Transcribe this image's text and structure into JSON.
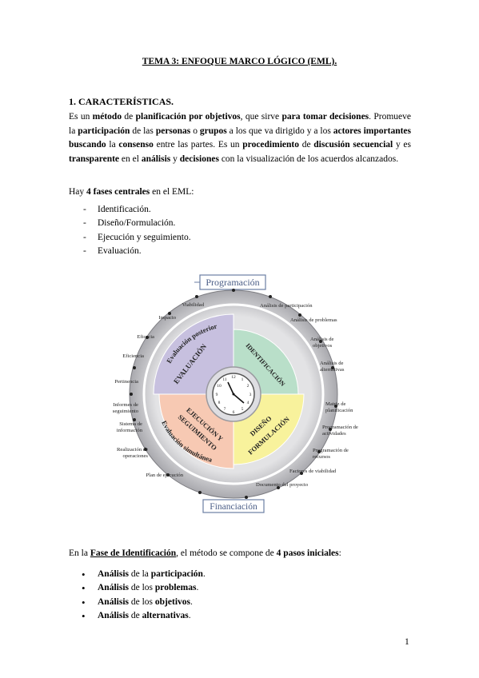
{
  "title": "TEMA 3: ENFOQUE MARCO LÓGICO (EML).",
  "section1": {
    "heading": "1. CARACTERÍSTICAS.",
    "paragraph": [
      {
        "t": "Es un "
      },
      {
        "b": "método"
      },
      {
        "t": " de "
      },
      {
        "b": "planificación por objetivos"
      },
      {
        "t": ", que sirve "
      },
      {
        "b": "para tomar decisiones"
      },
      {
        "t": ". Promueve la "
      },
      {
        "b": "participación"
      },
      {
        "t": " de las "
      },
      {
        "b": "personas"
      },
      {
        "t": " o "
      },
      {
        "b": "grupos"
      },
      {
        "t": " a los que va dirigido y a los "
      },
      {
        "b": "actores importantes buscando"
      },
      {
        "t": " la "
      },
      {
        "b": "consenso"
      },
      {
        "t": " entre las partes. Es un "
      },
      {
        "b": "procedimiento"
      },
      {
        "t": " de "
      },
      {
        "b": "discusión secuencial"
      },
      {
        "t": " y es "
      },
      {
        "b": "transparente"
      },
      {
        "t": " en el "
      },
      {
        "b": "análisis"
      },
      {
        "t": " y "
      },
      {
        "b": "decisiones"
      },
      {
        "t": " con la visualización de los acuerdos alcanzados."
      }
    ],
    "phases_intro": [
      {
        "t": "Hay "
      },
      {
        "b": "4 fases centrales"
      },
      {
        "t": " en el EML:"
      }
    ],
    "phases": [
      "Identificación.",
      "Diseño/Formulación.",
      "Ejecución y seguimiento.",
      "Evaluación."
    ]
  },
  "diagram": {
    "top_label": "Programación",
    "bottom_label": "Financiación",
    "quadrants": {
      "identificacion": "IDENTIFICACIÓN",
      "diseno_1": "DISEÑO",
      "diseno_2": "FORMULACIÓN",
      "ejecucion_1": "EJECUCIÓN Y",
      "ejecucion_2": "SEGUIMIENTO",
      "evaluacion": "EVALUACIÓN"
    },
    "ring_labels": {
      "posterior": "Evaluación posterior",
      "simultanea": "Evaluación simultánea"
    },
    "right_labels": [
      "Análisis de participación",
      "Análisis de problemas",
      "Análisis de",
      "objetivos",
      "Análisis de",
      "alternativas",
      "Matriz de",
      "planificación",
      "Programación de",
      "actividades",
      "Programación de",
      "recursos",
      "Factores de viabilidad",
      "Documento del proyecto"
    ],
    "left_labels": [
      "Viabilidad",
      "Impacto",
      "Eficacia",
      "Eficiencia",
      "Pertinencia",
      "Informes de",
      "seguimiento",
      "Sistema de",
      "información",
      "Realización de",
      "operaciones",
      "Plan de ejecución"
    ],
    "colors": {
      "identificacion": "#b9dfc9",
      "diseno": "#f8f29c",
      "ejecucion": "#f7c9b3",
      "evaluacion": "#c7c0df",
      "ring": "#d2d2d4",
      "frame": "#6b7ea3"
    }
  },
  "section2": {
    "intro": [
      {
        "t": "En la "
      },
      {
        "bu": "Fase de Identificación"
      },
      {
        "t": ", el método se compone de "
      },
      {
        "b": "4 pasos iniciales"
      },
      {
        "t": ":"
      }
    ],
    "steps": [
      [
        {
          "b": "Análisis"
        },
        {
          "t": " de la "
        },
        {
          "b": "participación"
        },
        {
          "t": "."
        }
      ],
      [
        {
          "b": "Análisis"
        },
        {
          "t": " de los "
        },
        {
          "b": "problemas"
        },
        {
          "t": "."
        }
      ],
      [
        {
          "b": "Análisis"
        },
        {
          "t": " de los "
        },
        {
          "b": "objetivos"
        },
        {
          "t": "."
        }
      ],
      [
        {
          "b": "Análisis"
        },
        {
          "t": " de "
        },
        {
          "b": "alternativas"
        },
        {
          "t": "."
        }
      ]
    ]
  },
  "page_number": "1"
}
